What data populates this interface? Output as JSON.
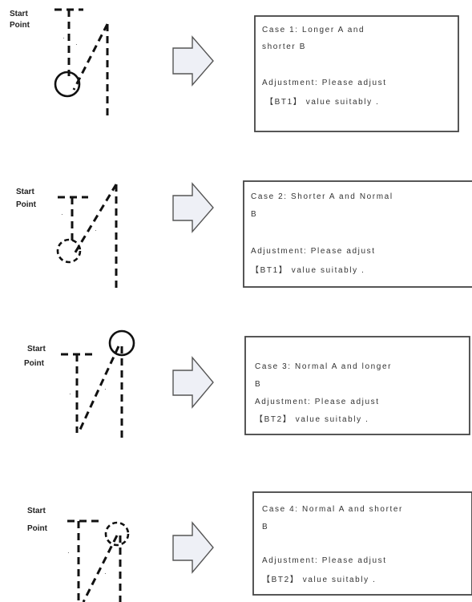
{
  "cases": [
    {
      "start_label": [
        "Start",
        "Point"
      ],
      "description_lines": [
        "Case 1: Longer A and",
        "shorter B"
      ],
      "adjustment_lines": [
        "Adjustment: Please adjust",
        "【BT1】 value suitably ."
      ]
    },
    {
      "start_label": [
        "Start",
        "Point"
      ],
      "description_lines": [
        "Case 2: Shorter A and Normal",
        "B"
      ],
      "adjustment_lines": [
        "Adjustment: Please adjust",
        "【BT1】 value suitably ."
      ]
    },
    {
      "start_label": [
        "Start",
        "Point"
      ],
      "description_lines": [
        "Case 3: Normal A and longer",
        "B"
      ],
      "adjustment_lines": [
        "Adjustment: Please adjust",
        "【BT2】 value suitably ."
      ]
    },
    {
      "start_label": [
        "Start",
        "Point"
      ],
      "description_lines": [
        "Case 4: Normal A and shorter",
        "B"
      ],
      "adjustment_lines": [
        "Adjustment: Please adjust",
        "【BT2】 value suitably ."
      ]
    }
  ],
  "icons": {
    "arrow": "right-arrow-icon"
  }
}
